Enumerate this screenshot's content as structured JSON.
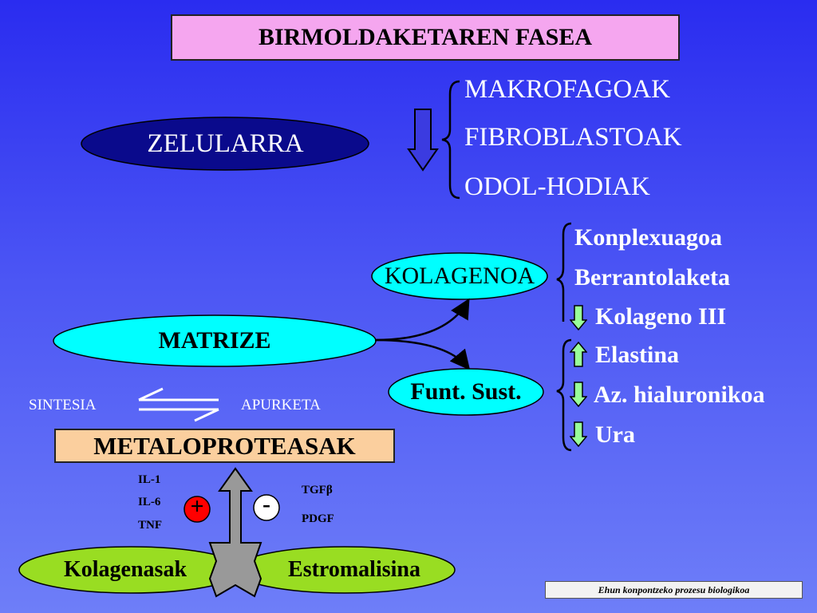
{
  "title": "BIRMOLDAKETAREN FASEA",
  "zelularra": {
    "label": "ZELULARRA",
    "items": [
      "MAKROFAGOAK",
      "FIBROBLASTOAK",
      "ODOL-HODIAK"
    ]
  },
  "kolagenoa": {
    "label": "KOLAGENOA",
    "items": [
      "Konplexuagoa",
      "Berrantolaketa",
      "Kolageno III"
    ]
  },
  "matrize": {
    "label": "MATRIZE"
  },
  "funt_sust": {
    "label": "Funt. Sust.",
    "items": [
      "Elastina",
      "Az. hialuronikoa",
      "Ura"
    ]
  },
  "sintesia": "SINTESIA",
  "apurketa": "APURKETA",
  "metaloproteasak": "METALOPROTEASAK",
  "stimulators": [
    "IL-1",
    "IL-6",
    "TNF"
  ],
  "inhibitors": [
    "TGFβ",
    "PDGF"
  ],
  "plus_sign": "+",
  "minus_sign": "-",
  "kolagenasak": "Kolagenasak",
  "estromalisina": "Estromalisina",
  "footer": "Ehun konpontzeko prozesu biologikoa",
  "colors": {
    "title_bg": "#f5a6ef",
    "oval_dark": "#0a0a8c",
    "oval_cyan": "#00ffff",
    "meta_bg": "#fbcf9e",
    "oval_green": "#99dd22",
    "arrow_fill": "#99ff99",
    "plus_bg": "#ff0000",
    "minus_bg": "#ffffff"
  },
  "icons": [
    "down-arrow-icon",
    "up-arrow-icon",
    "equilibrium-arrows-icon",
    "brace-icon"
  ]
}
